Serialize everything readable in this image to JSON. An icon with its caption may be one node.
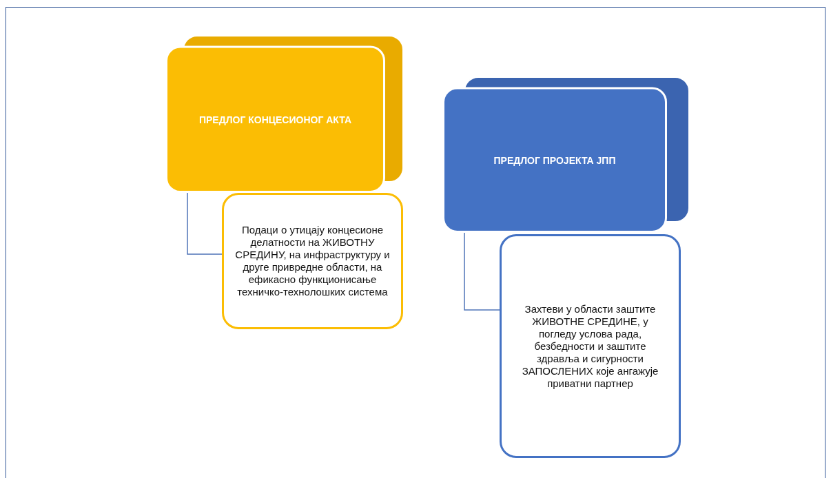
{
  "diagram": {
    "nodes": [
      {
        "text": [
          "ПРЕДЛОГ КОНЦЕСИОНОГ АКТА"
        ]
      },
      {
        "text": [
          "Подаци о утицају концесионе делатности на ЖИВОТНУ СРЕДИНУ, на инфраструктуру и друге привредне области, на ефикасно функционисање техничко-технолошких система"
        ]
      },
      {
        "text": [
          "ПРЕДЛОГ ПРОЈЕКТА ЈПП"
        ]
      },
      {
        "text": [
          "Захтеви у области заштите ЖИВОТНЕ СРЕДИНЕ, у погледу услова рада, безбедности и заштите здравља и сигурности ЗАПОСЛЕНИХ које ангажује приватни партнер"
        ]
      }
    ],
    "edges": [
      {
        "from": 0,
        "to": 1,
        "arrow": "none"
      },
      {
        "from": 2,
        "to": 3,
        "arrow": "none"
      }
    ]
  }
}
